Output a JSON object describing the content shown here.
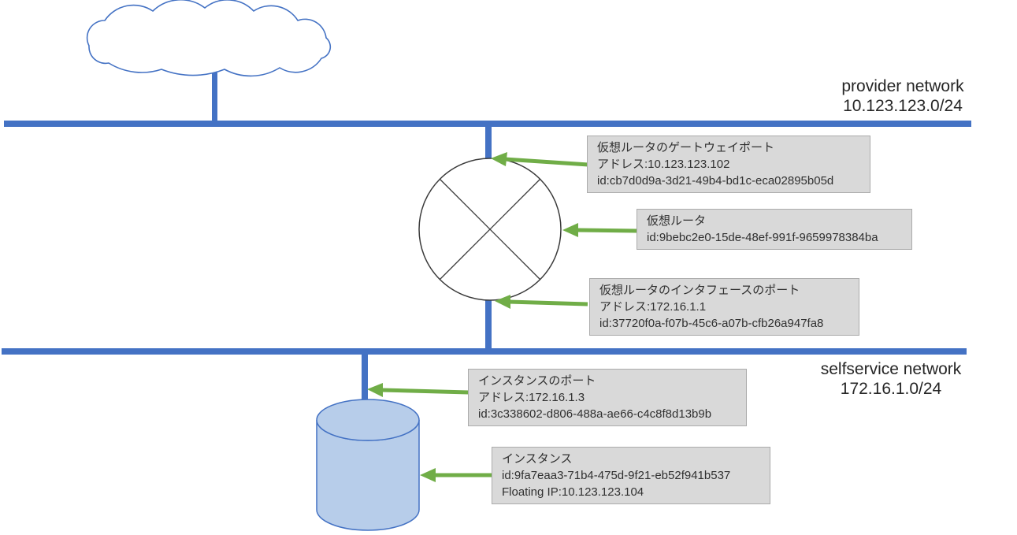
{
  "colors": {
    "network_line": "#4472C4",
    "arrow_green": "#70AD47",
    "callout_bg": "#D9D9D9",
    "callout_border": "#ABABAB",
    "cylinder_fill": "#B7CDEA",
    "shape_outline": "#3A3A3A"
  },
  "networks": {
    "provider": {
      "name": "provider network",
      "cidr": "10.123.123.0/24"
    },
    "selfservice": {
      "name": "selfservice network",
      "cidr": "172.16.1.0/24"
    }
  },
  "callouts": {
    "router_gateway_port": {
      "lines": [
        "仮想ルータのゲートウェイポート",
        "アドレス:10.123.123.102",
        "id:cb7d0d9a-3d21-49b4-bd1c-eca02895b05d"
      ]
    },
    "router": {
      "lines": [
        "仮想ルータ",
        "id:9bebc2e0-15de-48ef-991f-9659978384ba"
      ]
    },
    "router_interface_port": {
      "lines": [
        "仮想ルータのインタフェースのポート",
        "アドレス:172.16.1.1",
        "id:37720f0a-f07b-45c6-a07b-cfb26a947fa8"
      ]
    },
    "instance_port": {
      "lines": [
        "インスタンスのポート",
        "アドレス:172.16.1.3",
        "id:3c338602-d806-488a-ae66-c4c8f8d13b9b"
      ]
    },
    "instance": {
      "lines": [
        "インスタンス",
        "id:9fa7eaa3-71b4-475d-9f21-eb52f941b537",
        "Floating IP:10.123.123.104"
      ]
    }
  }
}
